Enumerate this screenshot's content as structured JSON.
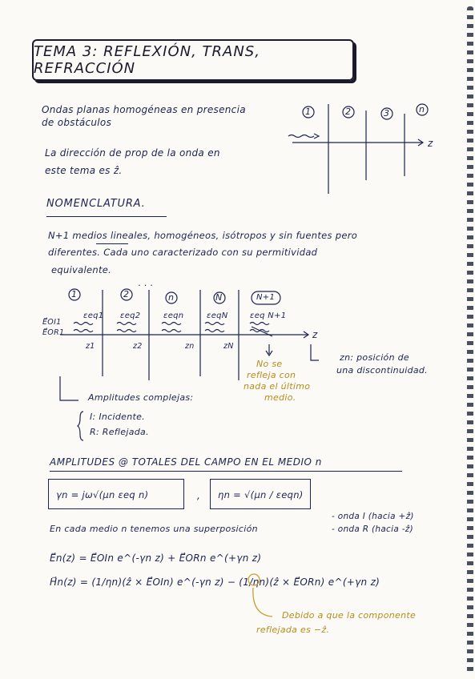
{
  "title": "TEMA 3: REFLEXIÓN, TRANS, REFRACCIÓN",
  "intro": {
    "line1": "Ondas planas homogéneas en presencia",
    "line2": "de obstáculos",
    "line3": "La dirección de prop de la onda en",
    "line4": "este tema es ẑ."
  },
  "mini_diagram": {
    "labels": [
      "1",
      "2",
      "3",
      "n"
    ],
    "axis_label": "z"
  },
  "nomenclatura": {
    "heading": "NOMENCLATURA.",
    "line1": "N+1 medios lineales, homogéneos, isótropos y sin fuentes pero",
    "line2": "diferentes. Cada uno caracterizado con su permitividad",
    "line3": "equivalente."
  },
  "media_diagram": {
    "medium_labels": [
      "1",
      "2",
      "n",
      "N",
      "N+1"
    ],
    "dots": "· · ·",
    "eps_labels": [
      "εeq1",
      "εeq2",
      "εeqn",
      "εeqN",
      "εeq N+1"
    ],
    "z_labels": [
      "z1",
      "z2",
      "zn",
      "zN"
    ],
    "axis_label": "z",
    "e_oi": "E⃗OI1",
    "e_or": "E⃗OR1",
    "no_reflection_note": [
      "No se",
      "refleja con",
      "nada el último",
      "medio."
    ],
    "zn_note": [
      "zn: posición de",
      "una discontinuidad."
    ]
  },
  "amplitudes_note": {
    "header": "Amplitudes complejas:",
    "item_i": "I: Incidente.",
    "item_r": "R: Reflejada."
  },
  "amplitudes_section": {
    "heading": "AMPLITUDES @ TOTALES DEL CAMPO EN EL MEDIO n",
    "gamma_eq": "γn = jω√(μn εeq n)",
    "eta_eq": "ηn = √(μn / εeqn)",
    "separator": ",",
    "superposition_text": "En cada medio n tenemos una superposición",
    "wave_i": "- onda I (hacia +ẑ)",
    "wave_r": "- onda R (hacia -ẑ)",
    "e_field": "E⃗n(z) = E⃗OIn e^(-γn z) + E⃗ORn e^(+γn z)",
    "h_field": "H⃗n(z) = (1/ηn)(ẑ × E⃗OIn) e^(-γn z) − (1/ηn)(ẑ × E⃗ORn) e^(+γn z)",
    "note": [
      "Debido a que la componente",
      "reflejada es −ẑ."
    ]
  }
}
